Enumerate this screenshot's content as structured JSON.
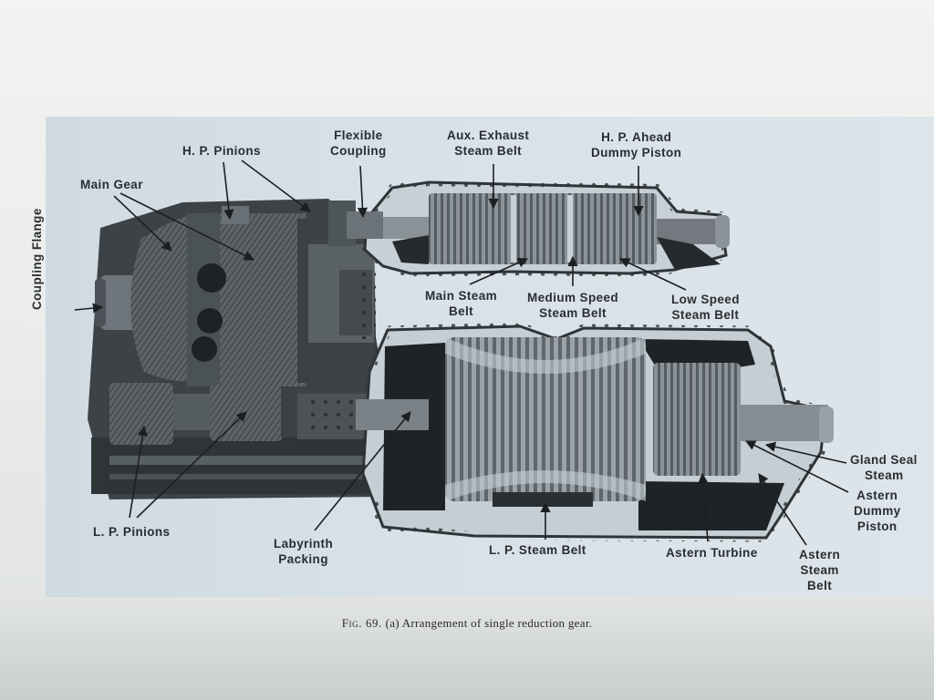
{
  "labels": {
    "hp_pinions": "H. P. Pinions",
    "main_gear": "Main Gear",
    "flexible_coupling": [
      "Flexible",
      "Coupling"
    ],
    "aux_exhaust": [
      "Aux. Exhaust",
      "Steam Belt"
    ],
    "hp_ahead": [
      "H. P. Ahead",
      "Dummy Piston"
    ],
    "coupling_flange": "Coupling Flange",
    "main_steam_belt": [
      "Main Steam",
      "Belt"
    ],
    "medium_speed": [
      "Medium Speed",
      "Steam Belt"
    ],
    "low_speed": [
      "Low Speed",
      "Steam Belt"
    ],
    "gland_seal": [
      "Gland Seal",
      "Steam"
    ],
    "astern_dummy": [
      "Astern",
      "Dummy",
      "Piston"
    ],
    "lp_pinions": "L. P. Pinions",
    "labyrinth": [
      "Labyrinth",
      "Packing"
    ],
    "lp_steam_belt": "L. P. Steam Belt",
    "astern_turbine": "Astern Turbine",
    "astern_steam_belt": [
      "Astern",
      "Steam",
      "Belt"
    ]
  },
  "caption": {
    "fig_no": "Fig. 69.",
    "text": "(a) Arrangement of single reduction gear."
  }
}
